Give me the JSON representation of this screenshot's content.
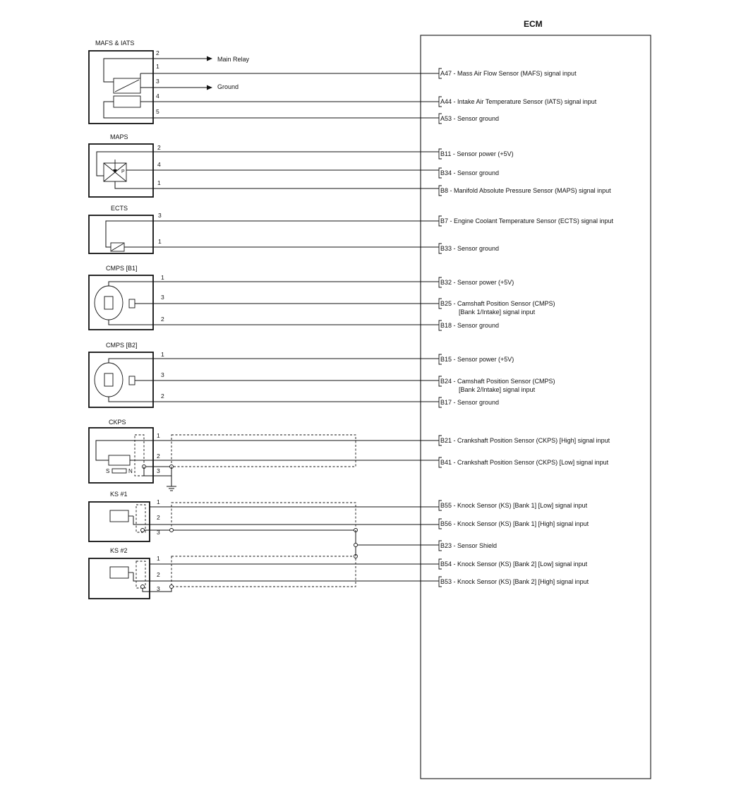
{
  "ecm": {
    "title": "ECM"
  },
  "components": {
    "mafs": {
      "name": "MAFS & IATS"
    },
    "maps": {
      "name": "MAPS"
    },
    "ects": {
      "name": "ECTS"
    },
    "cmps1": {
      "name": "CMPS [B1]"
    },
    "cmps2": {
      "name": "CMPS [B2]"
    },
    "ckps": {
      "name": "CKPS"
    },
    "ks1": {
      "name": "KS #1"
    },
    "ks2": {
      "name": "KS #2"
    }
  },
  "external": {
    "main_relay": "Main Relay",
    "ground": "Ground"
  },
  "symbols": {
    "maps_p": "P",
    "ckps_s": "S",
    "ckps_n": "N"
  },
  "pins": {
    "mafs_2": "2",
    "mafs_1": "1",
    "mafs_3": "3",
    "mafs_4": "4",
    "mafs_5": "5",
    "maps_2": "2",
    "maps_4": "4",
    "maps_1": "1",
    "ects_3": "3",
    "ects_1": "1",
    "cmps1_1": "1",
    "cmps1_3": "3",
    "cmps1_2": "2",
    "cmps2_1": "1",
    "cmps2_3": "3",
    "cmps2_2": "2",
    "ckps_1": "1",
    "ckps_2": "2",
    "ckps_3": "3",
    "ks1_1": "1",
    "ks1_2": "2",
    "ks1_3": "3",
    "ks2_1": "1",
    "ks2_2": "2",
    "ks2_3": "3"
  },
  "terminals": {
    "a47": {
      "line1": "A47 - Mass Air Flow Sensor (MAFS) signal input"
    },
    "a44": {
      "line1": "A44 - Intake Air Temperature Sensor (IATS) signal input"
    },
    "a53": {
      "line1": "A53 - Sensor ground"
    },
    "b11": {
      "line1": "B11 - Sensor power (+5V)"
    },
    "b34": {
      "line1": "B34 - Sensor ground"
    },
    "b8": {
      "line1": "B8 - Manifold Absolute Pressure Sensor (MAPS) signal input"
    },
    "b7": {
      "line1": "B7 - Engine Coolant Temperature Sensor (ECTS) signal input"
    },
    "b33": {
      "line1": "B33 - Sensor ground"
    },
    "b32": {
      "line1": "B32 - Sensor power (+5V)"
    },
    "b25": {
      "line1": "B25 - Camshaft Position Sensor (CMPS)",
      "line2": "[Bank 1/Intake] signal input"
    },
    "b18": {
      "line1": "B18 - Sensor ground"
    },
    "b15": {
      "line1": "B15 - Sensor power (+5V)"
    },
    "b24": {
      "line1": "B24 - Camshaft Position Sensor (CMPS)",
      "line2": "[Bank 2/Intake] signal input"
    },
    "b17": {
      "line1": "B17 - Sensor ground"
    },
    "b21": {
      "line1": "B21 - Crankshaft Position Sensor (CKPS) [High] signal input"
    },
    "b41": {
      "line1": "B41 - Crankshaft Position Sensor (CKPS) [Low] signal input"
    },
    "b55": {
      "line1": "B55 - Knock Sensor (KS) [Bank 1] [Low] signal input"
    },
    "b56": {
      "line1": "B56 - Knock Sensor (KS) [Bank 1] [High] signal input"
    },
    "b23": {
      "line1": "B23 - Sensor Shield"
    },
    "b54": {
      "line1": "B54 - Knock Sensor (KS) [Bank 2] [Low] signal input"
    },
    "b53": {
      "line1": "B53 - Knock Sensor (KS) [Bank 2] [High] signal input"
    }
  }
}
